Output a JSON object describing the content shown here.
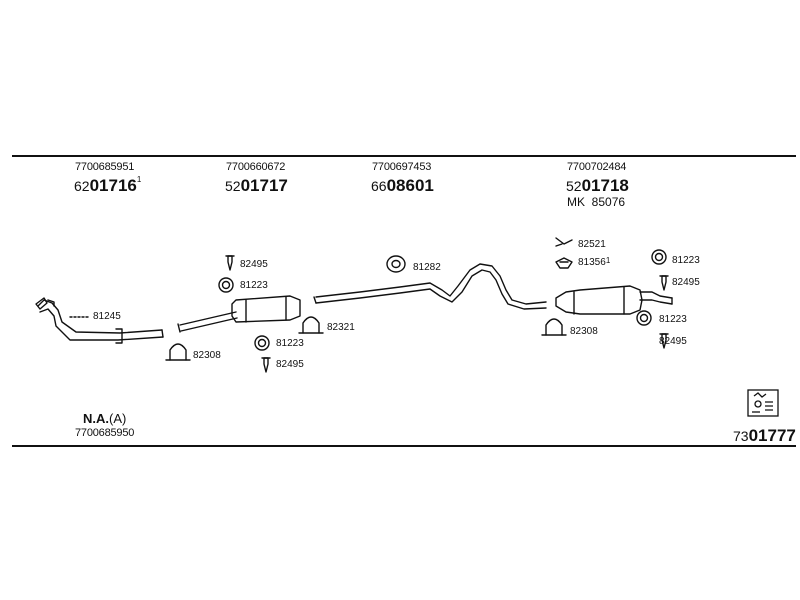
{
  "header_groups": [
    {
      "part_number": "7700685951",
      "code_prefix": "62",
      "code_main": "01716",
      "code_sup": "1"
    },
    {
      "part_number": "7700660672",
      "code_prefix": "52",
      "code_main": "01717",
      "code_sup": ""
    },
    {
      "part_number": "7700697453",
      "code_prefix": "66",
      "code_main": "08601",
      "code_sup": ""
    },
    {
      "part_number": "7700702484",
      "code_prefix": "52",
      "code_main": "01718",
      "code_sup": ""
    }
  ],
  "mk_label": "MK",
  "mk_number": "85076",
  "part_labels": {
    "p81245": "81245",
    "p82308_left": "82308",
    "p82495_a": "82495",
    "p81223_a": "81223",
    "p82321": "82321",
    "p81223_b": "81223",
    "p82495_b": "82495",
    "p81282": "81282",
    "p82521": "82521",
    "p81356": "81356",
    "p81356_sup": "1",
    "p82308_right": "82308",
    "p81223_c": "81223",
    "p82495_c": "82495",
    "p81223_d": "81223",
    "p82495_d": "82495"
  },
  "footer": {
    "na_label": "N.A.",
    "na_suffix": "(A)",
    "na_part_number": "7700685950",
    "catalog_prefix": "73",
    "catalog_main": "01777"
  },
  "icons": [
    "manual-book-icon"
  ]
}
